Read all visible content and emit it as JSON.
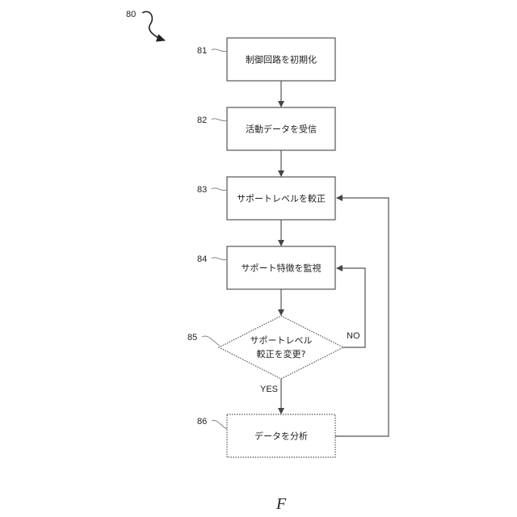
{
  "figure": {
    "ref": "80",
    "caption": "F",
    "steps": [
      {
        "ref": "81",
        "label": "制御回路を初期化"
      },
      {
        "ref": "82",
        "label": "活動データを受信"
      },
      {
        "ref": "83",
        "label": "サポートレベルを較正"
      },
      {
        "ref": "84",
        "label": "サポート特徴を監視"
      }
    ],
    "decision": {
      "ref": "85",
      "line1": "サポートレベル",
      "line2": "較正を変更?",
      "no_label": "NO",
      "yes_label": "YES"
    },
    "final_step": {
      "ref": "86",
      "label": "データを分析"
    }
  }
}
